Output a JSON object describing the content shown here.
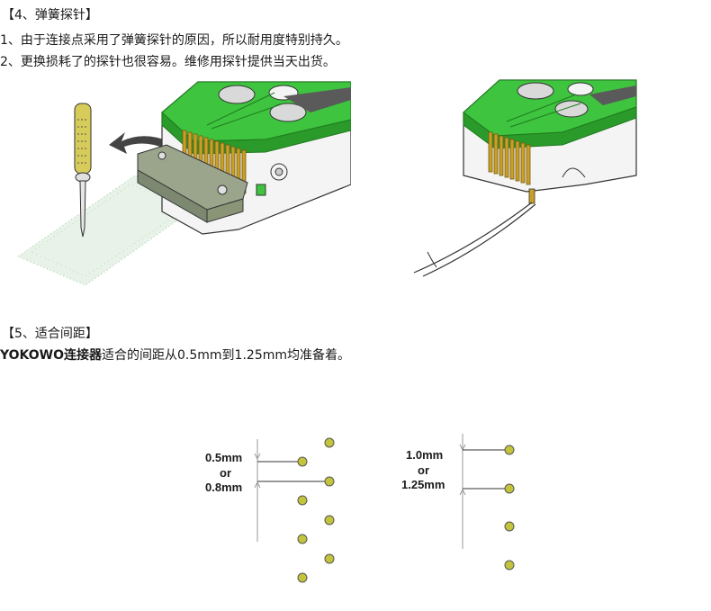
{
  "section4": {
    "heading": "【4、弹簧探针】",
    "line1": "1、由于连接点采用了弹簧探针的原因，所以耐用度特别持久。",
    "line2": "2、更换损耗了的探针也很容易。维修用探针提供当天出货。"
  },
  "section5": {
    "heading": "【5、适合间距】",
    "brand": "YOKOWO连接器",
    "desc": "适合的间距从0.5mm到1.25mm均准备着。"
  },
  "pitch_left": {
    "top": "0.5mm",
    "middle": "or",
    "bottom": "0.8mm"
  },
  "pitch_right": {
    "top": "1.0mm",
    "middle": "or",
    "bottom": "1.25mm"
  },
  "colors": {
    "pcb_green": "#3ec43e",
    "pcb_green_dark": "#2a9a2a",
    "pin_gold": "#c8a028",
    "dot_fill": "#c4c43c",
    "holder_gray": "#9aa58c"
  }
}
